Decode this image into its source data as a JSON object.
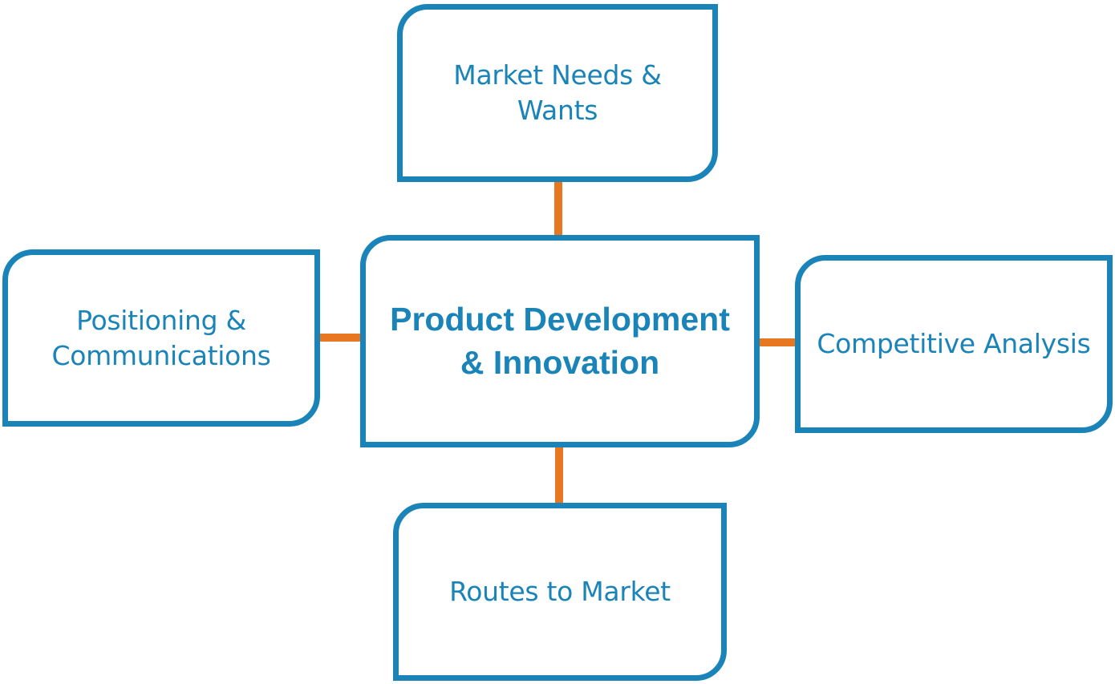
{
  "diagram": {
    "center": {
      "label": "Product Development\n& Innovation"
    },
    "nodes": {
      "top": {
        "label": "Market Needs &\nWants"
      },
      "left": {
        "label": "Positioning &\nCommunications"
      },
      "right": {
        "label": "Competitive Analysis"
      },
      "bottom": {
        "label": "Routes to Market"
      }
    }
  },
  "colors": {
    "box_border": "#1A84B8",
    "text": "#1A84B8",
    "connector": "#E87722",
    "background": "#FFFFFF"
  }
}
